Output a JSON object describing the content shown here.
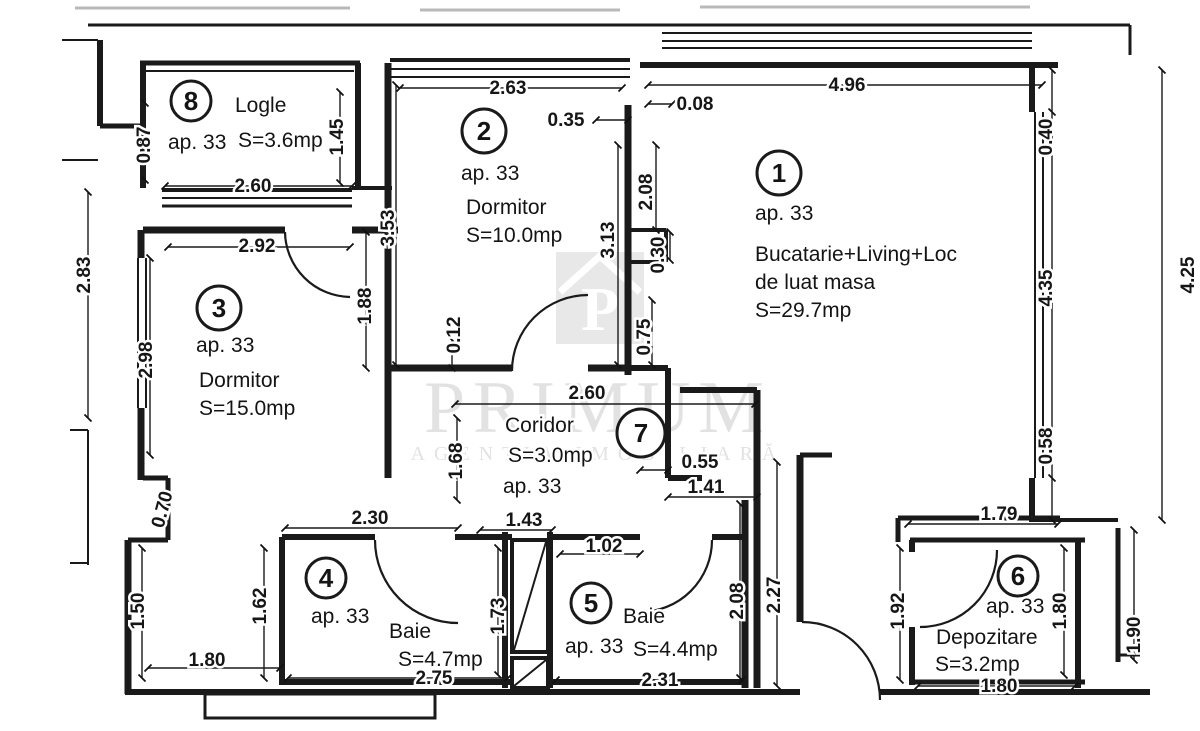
{
  "watermark": {
    "brand": "PRIMUM",
    "subtitle": "AGENTIA IMOBILIARĂ",
    "logo_letter": "P"
  },
  "rooms": [
    {
      "number": "1",
      "unit": "ap. 33",
      "name": "Bucatarie+Living+Loc",
      "name2": "de luat masa",
      "area": "S=29.7mp"
    },
    {
      "number": "2",
      "unit": "ap. 33",
      "name": "Dormitor",
      "area": "S=10.0mp"
    },
    {
      "number": "3",
      "unit": "ap. 33",
      "name": "Dormitor",
      "area": "S=15.0mp"
    },
    {
      "number": "4",
      "unit": "ap. 33",
      "name": "Baie",
      "area": "S=4.7mp"
    },
    {
      "number": "5",
      "unit": "ap. 33",
      "name": "Baie",
      "area": "S=4.4mp"
    },
    {
      "number": "6",
      "unit": "ap. 33",
      "name": "Depozitare",
      "area": "S=3.2mp"
    },
    {
      "number": "7",
      "unit": "ap. 33",
      "name": "Coridor",
      "area": "S=3.0mp"
    },
    {
      "number": "8",
      "unit": "ap. 33",
      "name": "Logle",
      "area": "S=3.6mp"
    }
  ],
  "dims": [
    "0.87",
    "2.60",
    "1.45",
    "2.92",
    "2.83",
    "2.98",
    "3.53",
    "2.63",
    "0.35",
    "0.08",
    "2.08",
    "3.13",
    "0.30",
    "0.75",
    "4.96",
    "0.40",
    "4.35",
    "4.25",
    "0.12",
    "1.88",
    "2.60",
    "0.55",
    "1.41",
    "0.58",
    "1.68",
    "0.70",
    "2.30",
    "1.43",
    "1.02",
    "1.50",
    "1.62",
    "1.80",
    "1.73",
    "2.75",
    "2.08",
    "2.31",
    "2.27",
    "1.79",
    "1.92",
    "1.80",
    "1.80",
    "1.90"
  ]
}
